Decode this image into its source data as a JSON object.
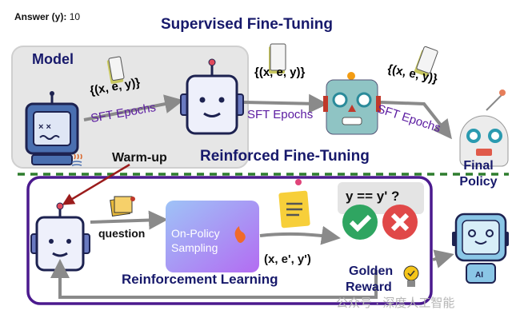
{
  "answer": {
    "label": "Answer (y):",
    "value": "10"
  },
  "sft": {
    "title": "Supervised Fine-Tuning",
    "model_label": "Model",
    "steps": [
      {
        "data": "{(x, e, y)}",
        "label": "SFT Epochs"
      },
      {
        "data": "{(x, e, y)}",
        "label": "SFT Epochs"
      },
      {
        "data": "{(x, e, y)}",
        "label": "SFT Epochs"
      }
    ]
  },
  "rft": {
    "warmup": "Warm-up",
    "title": "Reinforced Fine-Tuning",
    "question": "question",
    "sampling": [
      "On-Policy",
      "Sampling"
    ],
    "output": "(x, e', y')",
    "check": "y == y' ?",
    "reward": [
      "Golden",
      "Reward"
    ],
    "loop_label": "Reinforcement Learning",
    "final": [
      "Final",
      "Policy"
    ],
    "final_badge": "AI"
  },
  "watermark": "公众号 · 深度人工智能",
  "colors": {
    "navy": "#17196b",
    "purple": "#5a1aa0",
    "green": "#2e7d2e",
    "frame": "#4b1a8e",
    "warm": "#9b1c1c"
  }
}
